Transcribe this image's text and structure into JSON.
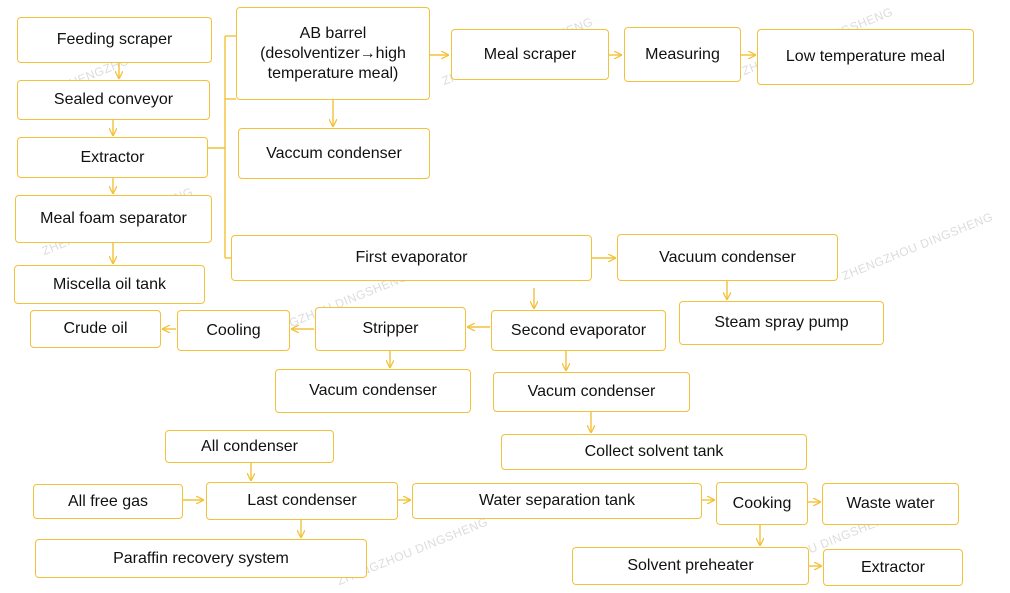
{
  "accent_color": "#f2c23a",
  "watermark": "ZHENGZHOU DINGSHENG",
  "nodes": {
    "feeding_scraper": "Feeding scraper",
    "sealed_conveyor": "Sealed conveyor",
    "extractor": "Extractor",
    "meal_foam_separator": "Meal foam separator",
    "miscella_oil_tank": "Miscella oil tank",
    "ab_barrel": "AB barrel\n(desolventizer→high\ntemperature meal)",
    "vaccum_condenser": "Vaccum condenser",
    "meal_scraper": "Meal scraper",
    "measuring": "Measuring",
    "low_temp_meal": "Low temperature meal",
    "first_evaporator": "First evaporator",
    "vacuum_condenser_1": "Vacuum condenser",
    "steam_spray_pump": "Steam spray pump",
    "second_evaporator": "Second evaporator",
    "stripper": "Stripper",
    "cooling_1": "Cooling",
    "crude_oil": "Crude oil",
    "vacum_condenser_stripper": "Vacum condenser",
    "vacum_condenser_second": "Vacum condenser",
    "collect_solvent_tank": "Collect solvent tank",
    "all_condenser": "All condenser",
    "all_free_gas": "All free gas",
    "last_condenser": "Last condenser",
    "water_separation_tank": "Water separation tank",
    "cooking": "Cooking",
    "waste_water": "Waste water",
    "paraffin_recovery": "Paraffin recovery system",
    "solvent_preheater": "Solvent preheater",
    "extractor_2": "Extractor"
  }
}
